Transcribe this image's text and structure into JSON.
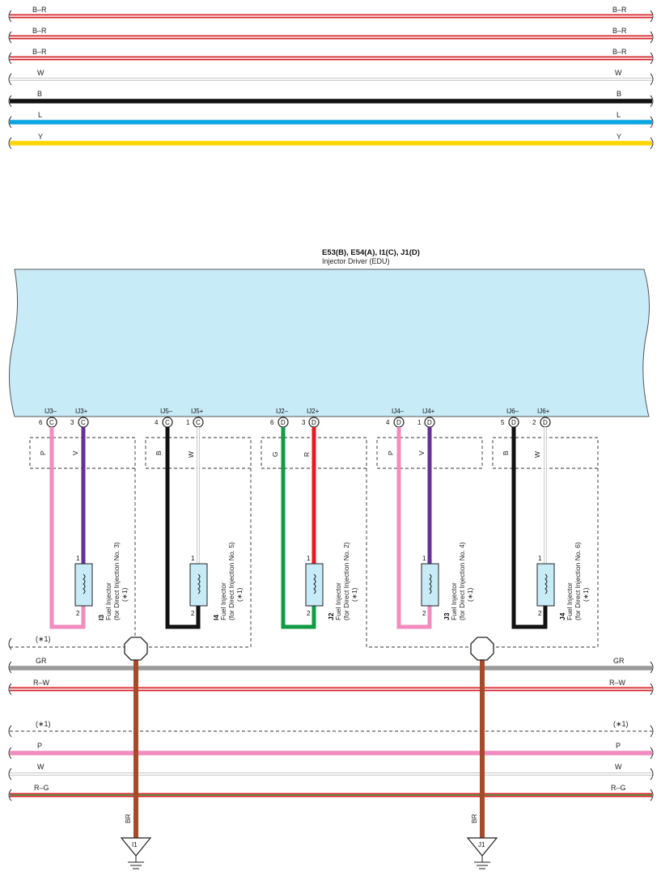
{
  "colors": {
    "B-R": "#d5252c",
    "B-R_inner": "#ffffff",
    "W": "#cfcfcf",
    "B": "#111111",
    "L": "#0aa4e0",
    "Y": "#ffd400",
    "GR": "#9a9a9a",
    "R-W": "#d5252c",
    "P": "#f28bbf",
    "R-G": "#d5252c",
    "V": "#6a2f96",
    "R": "#e41b23",
    "G": "#139a45",
    "BR": "#a54b2a",
    "edu_fill": "#c8ebf8"
  },
  "top_wires": [
    {
      "label_left": "B–R",
      "label_right": "B–R",
      "color": "B-R"
    },
    {
      "label_left": "B–R",
      "label_right": "B–R",
      "color": "B-R"
    },
    {
      "label_left": "B–R",
      "label_right": "B–R",
      "color": "B-R"
    },
    {
      "label_left": "W",
      "label_right": "W",
      "color": "W"
    },
    {
      "label_left": "B",
      "label_right": "B",
      "color": "B"
    },
    {
      "label_left": "L",
      "label_right": "L",
      "color": "L"
    },
    {
      "label_left": "Y",
      "label_right": "Y",
      "color": "Y"
    }
  ],
  "edu": {
    "connectors": "E53(B), E54(A), I1(C), J1(D)",
    "name": "Injector Driver (EDU)"
  },
  "injectors": [
    {
      "neg_term": "IJ3–",
      "pos_term": "IJ3+",
      "neg_pin": "6",
      "pos_pin": "3",
      "neg_conn": "C",
      "pos_conn": "C",
      "neg_wire": "P",
      "pos_wire": "V",
      "code": "I3",
      "name": "Fuel Injector",
      "desc": "(for Direct Injection No. 3)",
      "note": "(∗1)",
      "pin1": "1",
      "pin2": "2"
    },
    {
      "neg_term": "IJ5–",
      "pos_term": "IJ5+",
      "neg_pin": "4",
      "pos_pin": "1",
      "neg_conn": "C",
      "pos_conn": "C",
      "neg_wire": "B",
      "pos_wire": "W",
      "code": "I4",
      "name": "Fuel Injector",
      "desc": "(for Direct Injection No. 5)",
      "note": "(∗1)",
      "pin1": "1",
      "pin2": "2"
    },
    {
      "neg_term": "IJ2–",
      "pos_term": "IJ2+",
      "neg_pin": "6",
      "pos_pin": "3",
      "neg_conn": "D",
      "pos_conn": "D",
      "neg_wire": "G",
      "pos_wire": "R",
      "code": "J2",
      "name": "Fuel Injector",
      "desc": "(for Direct Injection No. 2)",
      "note": "(∗1)",
      "pin1": "1",
      "pin2": "2"
    },
    {
      "neg_term": "IJ4–",
      "pos_term": "IJ4+",
      "neg_pin": "4",
      "pos_pin": "1",
      "neg_conn": "D",
      "pos_conn": "D",
      "neg_wire": "P",
      "pos_wire": "V",
      "code": "J3",
      "name": "Fuel Injector",
      "desc": "(for Direct Injection No. 4)",
      "note": "(∗1)",
      "pin1": "1",
      "pin2": "2"
    },
    {
      "neg_term": "IJ6–",
      "pos_term": "IJ6+",
      "neg_pin": "5",
      "pos_pin": "2",
      "neg_conn": "D",
      "pos_conn": "D",
      "neg_wire": "B",
      "pos_wire": "W",
      "code": "J4",
      "name": "Fuel Injector",
      "desc": "(for Direct Injection No. 6)",
      "note": "(∗1)",
      "pin1": "1",
      "pin2": "2"
    }
  ],
  "bottom_wires_1": {
    "note": "(∗1)",
    "wires": [
      {
        "label_left": "GR",
        "label_right": "GR",
        "color": "GR"
      },
      {
        "label_left": "R–W",
        "label_right": "R–W",
        "color": "R-W"
      }
    ]
  },
  "bottom_wires_2": {
    "note_left": "(∗1)",
    "note_right": "(∗1)",
    "wires": [
      {
        "label_left": "P",
        "label_right": "P",
        "color": "P"
      },
      {
        "label_left": "W",
        "label_right": "W",
        "color": "W"
      },
      {
        "label_left": "R–G",
        "label_right": "R–G",
        "color": "R-G"
      }
    ]
  },
  "grounds": [
    {
      "wire": "BR",
      "code": "I1"
    },
    {
      "wire": "BR",
      "code": "J1"
    }
  ]
}
